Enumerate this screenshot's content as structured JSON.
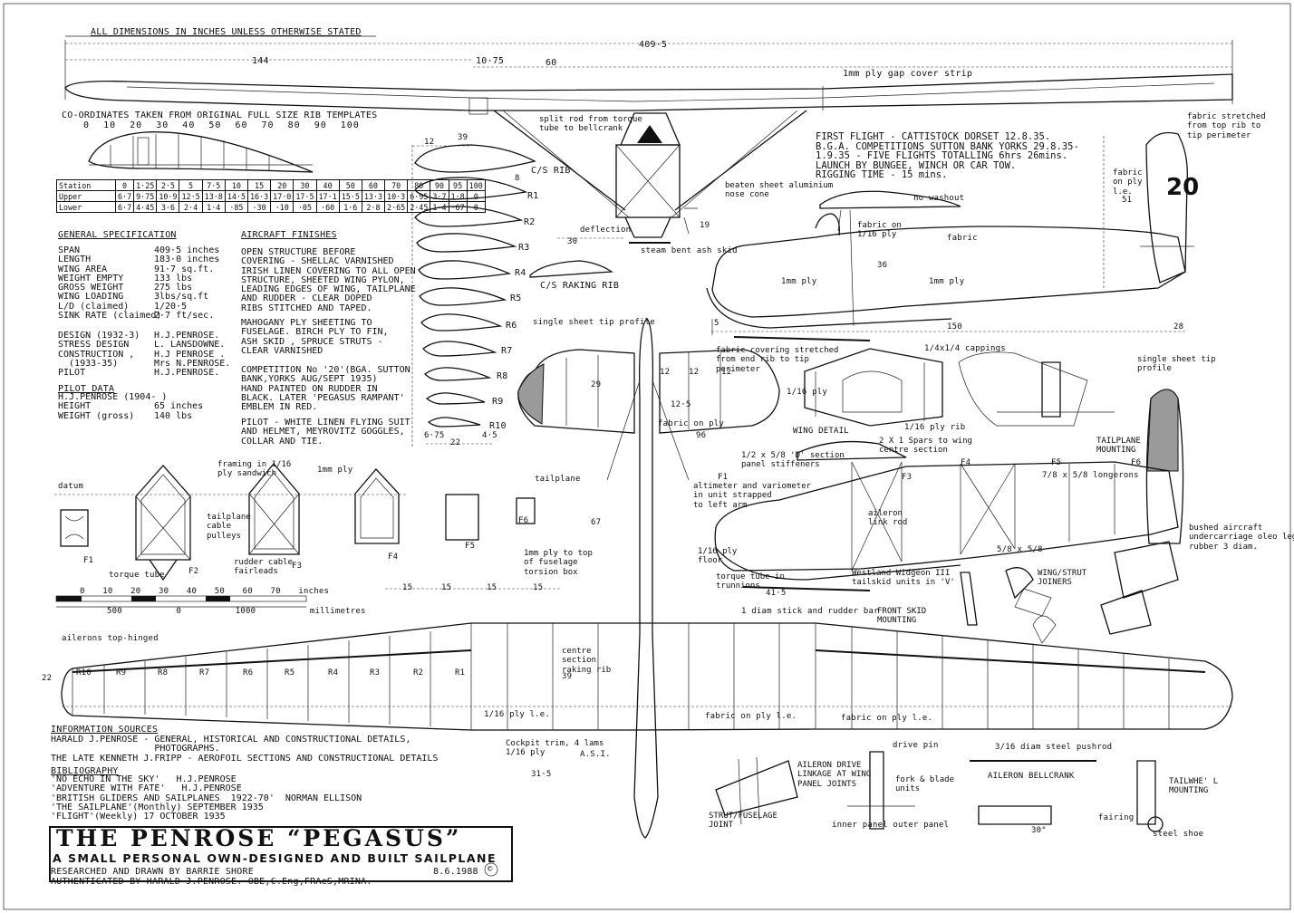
{
  "header": {
    "title": "ALL DIMENSIONS IN INCHES UNLESS OTHERWISE STATED"
  },
  "dimensions": {
    "span": "409·5",
    "semi": "144",
    "centre": "10·75",
    "outer": "60",
    "f12": "12",
    "f39": "39",
    "f8": "8",
    "f30": "30",
    "f19": "19",
    "f36": "36",
    "f150": "150",
    "f28": "28",
    "f5": "5",
    "f51": "51",
    "f29": "29",
    "f96": "96",
    "f12_5": "12·5",
    "f67": "67",
    "f15": "15",
    "f22": "22",
    "f41_5": "41·5",
    "f39b": "39",
    "f31_5": "31·5",
    "f6_75": "6·75",
    "f22b": "22",
    "f4_5": "4·5",
    "c12": "12",
    "r12": "12"
  },
  "coordinates": {
    "title": "CO-ORDINATES TAKEN FROM ORIGINAL FULL SIZE RIB TEMPLATES",
    "scale": [
      "0",
      "10",
      "20",
      "30",
      "40",
      "50",
      "60",
      "70",
      "80",
      "90",
      "100"
    ],
    "table": {
      "station": [
        "Station",
        "0",
        "1·25",
        "2·5",
        "5",
        "7·5",
        "10",
        "15",
        "20",
        "30",
        "40",
        "50",
        "60",
        "70",
        "80",
        "90",
        "95",
        "100"
      ],
      "upper": [
        "Upper",
        "6·7",
        "9·75",
        "10·9",
        "12·5",
        "13·8",
        "14·5",
        "16·3",
        "17·0",
        "17·5",
        "17·1",
        "15·5",
        "13·3",
        "10·3",
        "6·95",
        "3·7",
        "1·8",
        "0"
      ],
      "lower": [
        "Lower",
        "6·7",
        "4·45",
        "3·6",
        "2·4",
        "1·4",
        "·85",
        "·30",
        "·10",
        "·05",
        "·60",
        "1·6",
        "2·8",
        "2·65",
        "2·45",
        "1·4",
        "·67",
        "0"
      ]
    }
  },
  "spec": {
    "heading": "GENERAL SPECIFICATION",
    "labels": "SPAN\nLENGTH\nWING AREA\nWEIGHT EMPTY\nGROSS WEIGHT\nWING LOADING\nL/D (claimed)\nSINK RATE (claimed)",
    "values": "409·5 inches\n183·0 inches\n91·7 sq.ft.\n133 lbs\n275 lbs\n3lbs/sq.ft\n1/20·5\n2·7 ft/sec.",
    "credit_labels": "DESIGN (1932-3)\nSTRESS DESIGN\nCONSTRUCTION ,\n  (1933-35)\nPILOT",
    "credit_values": "H.J.PENROSE.\nL. LANSDOWNE.\nH.J PENROSE .\nMrs N.PENROSE.\nH.J.PENROSE.",
    "pilot_heading": "PILOT DATA",
    "pilot": "H.J.PENROSE (1904- )\nHEIGHT\nWEIGHT (gross)",
    "pilot_values": "\n65 inches\n140 lbs"
  },
  "finishes": {
    "heading": "AIRCRAFT FINISHES",
    "p1": "OPEN STRUCTURE BEFORE\nCOVERING - SHELLAC VARNISHED\nIRISH LINEN COVERING TO ALL OPEN\nSTRUCTURE, SHEETED WING PYLON,\nLEADING EDGES OF WING, TAILPLANE\nAND RUDDER - CLEAR DOPED\nRIBS STITCHED AND TAPED.",
    "p2": "MAHOGANY PLY SHEETING TO\nFUSELAGE. BIRCH PLY TO FIN,\nASH SKID , SPRUCE STRUTS -\nCLEAR VARNISHED",
    "p3": "COMPETITION No '20'(BGA. SUTTON\nBANK,YORKS AUG/SEPT 1935)\nHAND PAINTED ON RUDDER IN\nBLACK. LATER 'PEGASUS RAMPANT'\nEMBLEM IN RED.",
    "p4": "PILOT - WHITE LINEN FLYING SUIT\nAND HELMET, MEYROVITZ GOGGLES,\nCOLLAR AND TIE."
  },
  "flight": {
    "text": "FIRST FLIGHT - CATTISTOCK DORSET 12.8.35.\nB.G.A. COMPETITIONS SUTTON BANK YORKS 29.8.35-\n1.9.35 - FIVE FLIGHTS TOTALLING 6hrs 26mins.\nLAUNCH BY BUNGEE, WINCH OR CAR TOW.\nRIGGING TIME - 15 mins."
  },
  "competition_number": "20",
  "ribs": {
    "labels": [
      "C/S RIB",
      "R1",
      "R2",
      "R3",
      "R4",
      "R5",
      "R6",
      "R7",
      "R8",
      "R9",
      "R10"
    ],
    "raking": "C/S RAKING RIB"
  },
  "wing_ribs": [
    "R10",
    "R9",
    "R8",
    "R7",
    "R6",
    "R5",
    "R4",
    "R3",
    "R2",
    "R1"
  ],
  "scale": {
    "marks": [
      "0",
      "10",
      "20",
      "30",
      "40",
      "50",
      "60",
      "70 inches"
    ],
    "mm": [
      "500",
      "0",
      "1000 millimetres"
    ]
  },
  "frames": {
    "datum": "datum",
    "F1": "F1",
    "F2": "F2",
    "F3": "F3",
    "F4": "F4",
    "F5": "F5",
    "F6": "F6",
    "tailplane": "tailplane"
  },
  "labels": {
    "gap_strip": "1mm ply gap cover strip",
    "split_rod": "split rod from torque\ntube to bellcrank",
    "deflection": "deflection",
    "steam_skid": "steam bent ash skid",
    "aluminium": "beaten sheet aluminium\nnose cone",
    "no_washout": "no washout",
    "fabric_116": "fabric on\n1/16 ply",
    "fabric": "fabric",
    "ply1": "1mm ply",
    "ply2": "1mm ply",
    "fabric_stretched": "fabric stretched\nfrom top rib to\ntip perimeter",
    "fabric_ply_le": "fabric\non ply\nl.e.",
    "tip_profile_left": "single sheet tip profile",
    "tip_profile_right": "single sheet tip\nprofile",
    "fabric_covering": "fabric covering stretched\nfrom end rib to tip\nperimeter",
    "cappings": "1/4x1/4 cappings",
    "ply_sixteenth": "1/16 ply",
    "ply_rib": "1/16 ply rib",
    "spars": "2 X 1 Spars to wing\ncentre section",
    "wing_detail": "WING DETAIL",
    "tailplane_mounting": "TAILPLANE\nMOUNTING",
    "fabric_on_ply": "fabric on ply",
    "panel_stiffeners": "1/2 x 5/8 'D' section\npanel stiffeners",
    "altimeter": "altimeter and variometer\nin unit strapped\nto left arm",
    "aileron_link": "aileron\nlink rod",
    "longerons": "7/8 x 5/8 longerons",
    "f58": "5/8 x 5/8",
    "bushed": "bushed aircraft\nundercarriage oleo leg\nrubber 3 diam.",
    "ply_floor": "1/16 ply\nfloor",
    "torque_tube": "torque tube in\ntrunnions",
    "westland": "Westland Widgeon III\ntailskid units in 'V'",
    "stick": "1 diam stick and rudder bar",
    "wing_strut_joiners": "WING/STRUT\nJOINERS",
    "front_skid": "FRONT SKID\nMOUNTING",
    "framing": "framing in 1/16\nply sandwich",
    "tailplane_pulleys": "tailplane\ncable\npulleys",
    "rudder_fairleads": "rudder cable\nfairleads",
    "torque_tube_f": "torque tube",
    "ply_1mm_f": "1mm ply",
    "ply_top_fuselage": "1mm ply to top\nof fuselage\ntorsion box",
    "ailerons_hinged": "ailerons top-hinged",
    "centre_raking": "centre\nsection\nraking rib",
    "ply_le": "1/16 ply l.e.",
    "fabric_ply_le1": "fabric on ply l.e.",
    "fabric_ply_le2": "fabric on ply l.e.",
    "cockpit_trim": "Cockpit trim, 4 lams\n1/16 ply",
    "asi": "A.S.I.",
    "strut_joint": "STRUT/FUSELAGE\nJOINT",
    "aileron_drive": "AILERON DRIVE\nLINKAGE AT WING\nPANEL JOINTS",
    "drive_pin": "drive pin",
    "fork_blade": "fork & blade\nunits",
    "inner_outer": "inner panel  outer panel",
    "pushrod": "3/16 diam steel pushrod",
    "aileron_bellcrank": "AILERON BELLCRANK",
    "tailwheel": "TAILWHE' L\nMOUNTING",
    "fairing": "fairing",
    "steel_shoe": "steel shoe",
    "deg30": "30°"
  },
  "sources": {
    "heading": "INFORMATION SOURCES",
    "body": "HARALD J.PENROSE - GENERAL, HISTORICAL AND CONSTRUCTIONAL DETAILS,\n                   PHOTOGRAPHS.\nTHE LATE KENNETH J.FRIPP - AEROFOIL SECTIONS AND CONSTRUCTIONAL DETAILS",
    "bib_heading": "BIBLIOGRAPHY",
    "bib": "'NO ECHO IN THE SKY'   H.J.PENROSE\n'ADVENTURE WITH FATE'   H.J.PENROSE\n'BRITISH GLIDERS AND SAILPLANES  1922-70'  NORMAN ELLISON\n'THE SAILPLANE'(Monthly) SEPTEMBER 1935\n'FLIGHT'(Weekly) 17 OCTOBER 1935"
  },
  "title_block": {
    "title": "THE PENROSE “PEGASUS”",
    "subtitle": "A SMALL PERSONAL OWN-DESIGNED AND BUILT SAILPLANE",
    "research": "RESEARCHED AND DRAWN BY BARRIE SHORE",
    "date": "8.6.1988",
    "copyright": "©",
    "auth": "AUTHENTICATED BY  HARALD J.PENROSE. OBE,C.Eng,FRAeS,MRINA."
  }
}
